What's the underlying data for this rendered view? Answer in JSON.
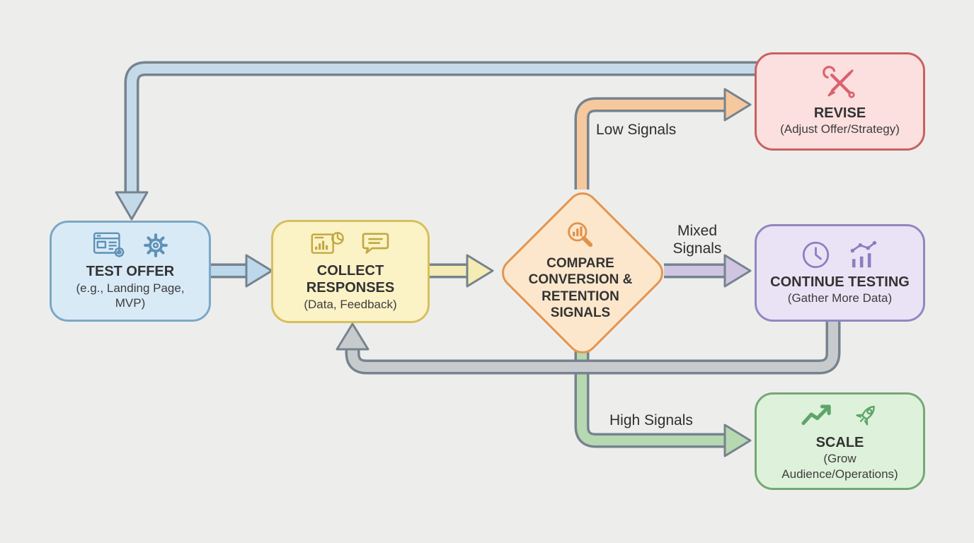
{
  "diagram": {
    "background_color": "#edeeec",
    "text_color": "#3a3a3a",
    "nodes": {
      "test_offer": {
        "title": "TEST OFFER",
        "subtitle": "(e.g., Landing Page, MVP)",
        "fill": "#d9eaf7",
        "border": "#7ca7c6",
        "icon_color": "#5e92b8",
        "icons": [
          "browser-gear-icon",
          "gear-icon"
        ]
      },
      "collect_responses": {
        "title": "COLLECT RESPONSES",
        "subtitle": "(Data, Feedback)",
        "fill": "#fbf2c6",
        "border": "#d8bf5c",
        "icon_color": "#c0a83e",
        "icons": [
          "bar-chart-pie-icon",
          "speech-bubble-icon"
        ]
      },
      "compare_signals": {
        "title": "COMPARE CONVERSION & RETENTION SIGNALS",
        "fill": "#fde7cc",
        "border": "#e3954e",
        "icon_color": "#e2924a",
        "icons": [
          "magnifier-chart-icon"
        ]
      },
      "revise": {
        "title": "REVISE",
        "subtitle": "(Adjust Offer/Strategy)",
        "fill": "#fcdfdf",
        "border": "#c96161",
        "icon_color": "#d9636f",
        "icons": [
          "wrench-pencil-icon"
        ]
      },
      "continue_testing": {
        "title": "CONTINUE TESTING",
        "subtitle": "(Gather More Data)",
        "fill": "#eae3f5",
        "border": "#9287c0",
        "icon_color": "#8b7ec0",
        "icons": [
          "clock-icon",
          "line-chart-icon"
        ]
      },
      "scale": {
        "title": "SCALE",
        "subtitle": "(Grow Audience/Operations)",
        "fill": "#def1da",
        "border": "#74a974",
        "icon_color": "#5da56a",
        "icons": [
          "growth-arrow-icon",
          "rocket-icon"
        ]
      }
    },
    "connectors": {
      "outline_color": "#76838e",
      "test_to_collect": {
        "color": "#bcd8ea"
      },
      "collect_to_compare": {
        "color": "#f4ebb5"
      },
      "compare_to_revise": {
        "color": "#f6c89e",
        "label": "Low Signals"
      },
      "compare_to_continue": {
        "color": "#cfc5e2",
        "label": "Mixed Signals"
      },
      "compare_to_scale": {
        "color": "#b6d9b1",
        "label": "High Signals"
      },
      "revise_to_test": {
        "color": "#c5dae9"
      },
      "continue_to_collect": {
        "color": "#c7cbce"
      }
    }
  }
}
